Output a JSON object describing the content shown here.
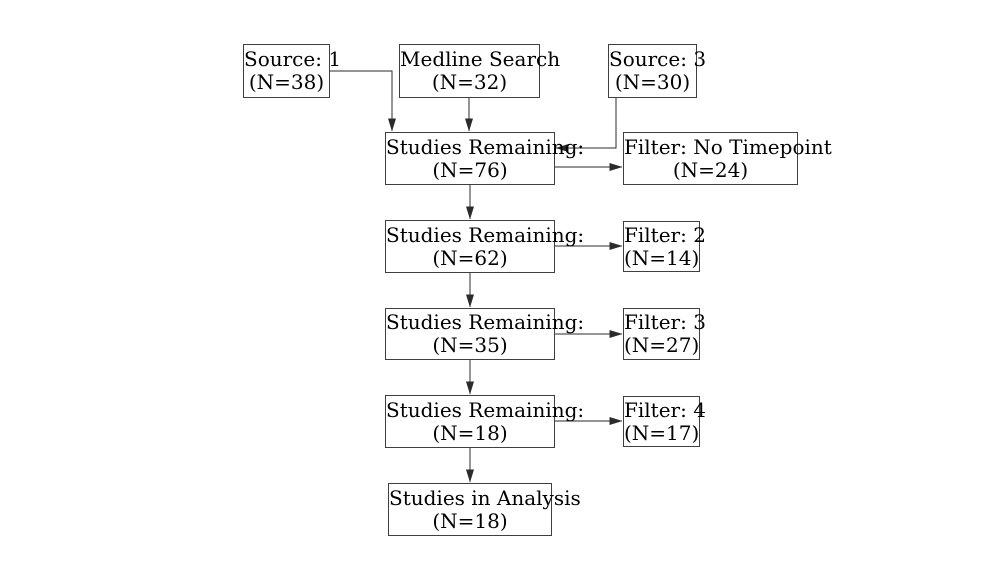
{
  "diagram": {
    "type": "flowchart",
    "background_color": "#ffffff",
    "box_border_color": "#3f3f3f",
    "arrow_color": "#2b2b2b",
    "text_color": "#000000",
    "nodes": [
      {
        "id": "source-1",
        "line1": "Source: 1",
        "line2": "(N=38)"
      },
      {
        "id": "medline-search",
        "line1": "Medline Search",
        "line2": "(N=32)"
      },
      {
        "id": "source-3",
        "line1": "Source: 3",
        "line2": "(N=30)"
      },
      {
        "id": "studies-remaining-76",
        "line1": "Studies Remaining:",
        "line2": "(N=76)"
      },
      {
        "id": "filter-no-timepoint",
        "line1": "Filter: No Timepoint",
        "line2": "(N=24)"
      },
      {
        "id": "studies-remaining-62",
        "line1": "Studies Remaining:",
        "line2": "(N=62)"
      },
      {
        "id": "filter-2",
        "line1": "Filter: 2",
        "line2": "(N=14)"
      },
      {
        "id": "studies-remaining-35",
        "line1": "Studies Remaining:",
        "line2": "(N=35)"
      },
      {
        "id": "filter-3",
        "line1": "Filter: 3",
        "line2": "(N=27)"
      },
      {
        "id": "studies-remaining-18",
        "line1": "Studies Remaining:",
        "line2": "(N=18)"
      },
      {
        "id": "filter-4",
        "line1": "Filter: 4",
        "line2": "(N=17)"
      },
      {
        "id": "studies-in-analysis",
        "line1": "Studies in Analysis",
        "line2": "(N=18)"
      }
    ],
    "edges": [
      {
        "from": "source-1",
        "to": "studies-remaining-76"
      },
      {
        "from": "medline-search",
        "to": "studies-remaining-76"
      },
      {
        "from": "source-3",
        "to": "studies-remaining-76"
      },
      {
        "from": "studies-remaining-76",
        "to": "filter-no-timepoint"
      },
      {
        "from": "studies-remaining-76",
        "to": "studies-remaining-62"
      },
      {
        "from": "studies-remaining-62",
        "to": "filter-2"
      },
      {
        "from": "studies-remaining-62",
        "to": "studies-remaining-35"
      },
      {
        "from": "studies-remaining-35",
        "to": "filter-3"
      },
      {
        "from": "studies-remaining-35",
        "to": "studies-remaining-18"
      },
      {
        "from": "studies-remaining-18",
        "to": "filter-4"
      },
      {
        "from": "studies-remaining-18",
        "to": "studies-in-analysis"
      }
    ]
  }
}
